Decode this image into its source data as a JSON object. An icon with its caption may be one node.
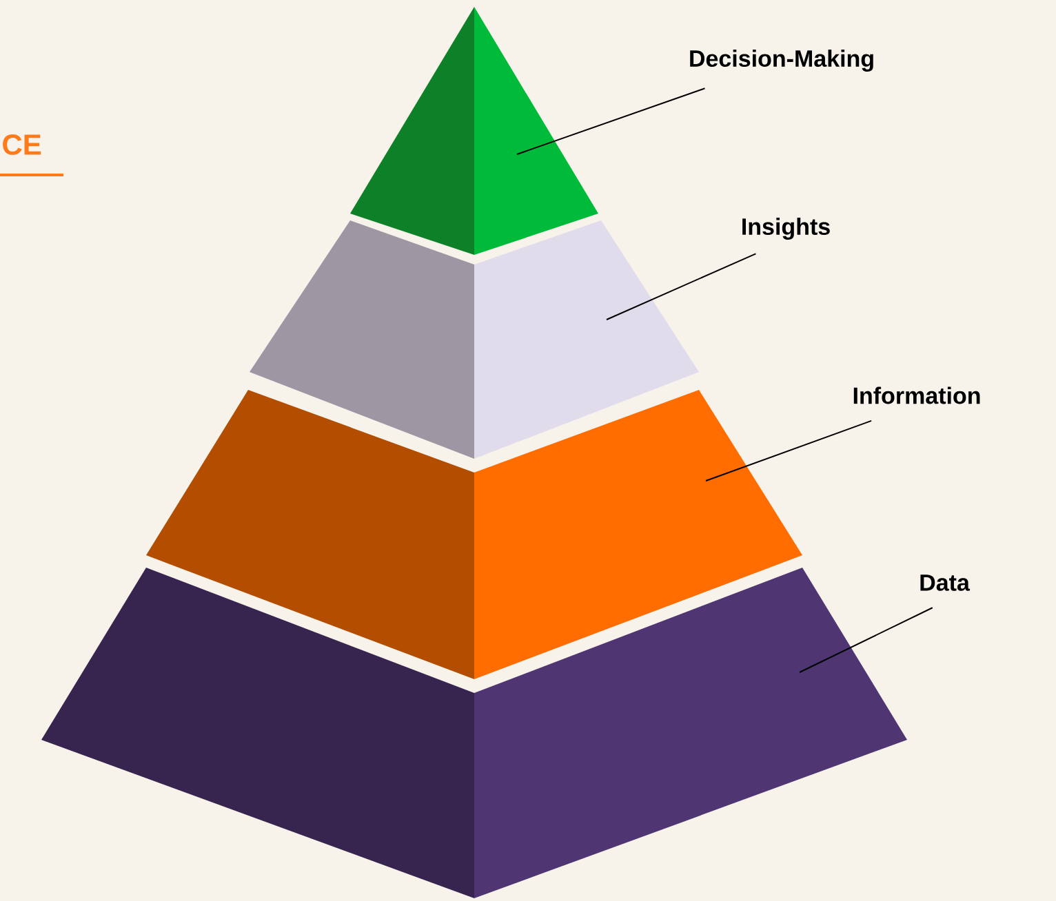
{
  "diagram": {
    "nodes": [
      {
        "text": [
          "Decision-Making"
        ]
      },
      {
        "text": [
          "Insights"
        ]
      },
      {
        "text": [
          "Information"
        ]
      },
      {
        "text": [
          "Data"
        ]
      },
      {
        "text": [],
        "shape": "triangle"
      },
      {
        "text": [],
        "shape": "trapezoid"
      },
      {
        "text": [],
        "shape": "trapezoid"
      },
      {
        "text": [],
        "shape": "trapezoid"
      }
    ],
    "edges": [
      {
        "from": 0,
        "to": 4,
        "arrow": "none"
      },
      {
        "from": 1,
        "to": 5,
        "arrow": "none"
      },
      {
        "from": 2,
        "to": 6,
        "arrow": "none"
      },
      {
        "from": 3,
        "to": 7,
        "arrow": "none"
      }
    ],
    "labels": [
      "CE"
    ]
  }
}
